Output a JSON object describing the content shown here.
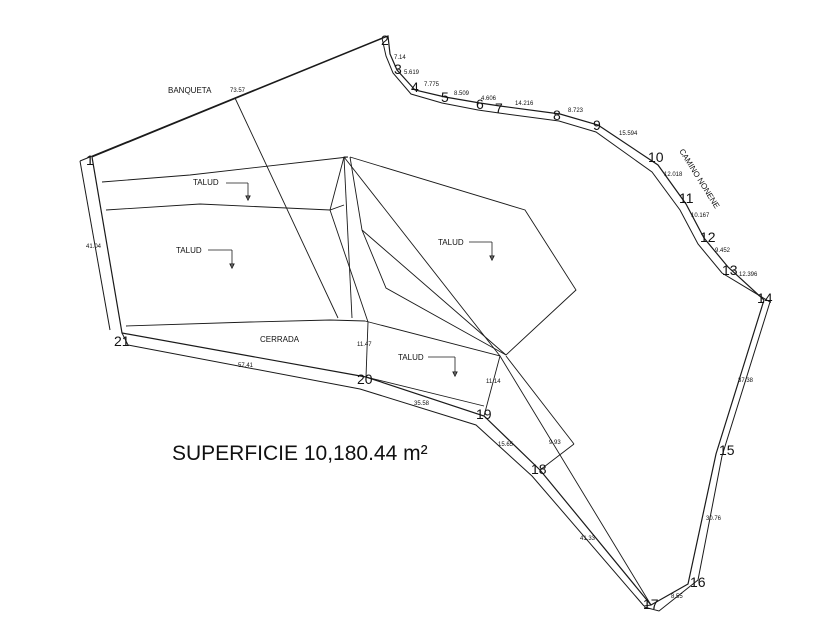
{
  "plan": {
    "area_label": "SUPERFICIE 10,180.44 m²",
    "streets": {
      "banqueta": "BANQUETA",
      "camino": "CAMINO NONENE",
      "cerrada": "CERRADA"
    },
    "zones": {
      "talud_1": "TALUD",
      "talud_2": "TALUD",
      "talud_3": "TALUD",
      "talud_4": "TALUD"
    },
    "vertices": [
      "1",
      "2",
      "3",
      "4",
      "5",
      "6",
      "7",
      "8",
      "9",
      "10",
      "11",
      "12",
      "13",
      "14",
      "15",
      "16",
      "17",
      "18",
      "19",
      "20",
      "21"
    ],
    "dimensions": {
      "d_1_2": "73.57",
      "d_2_3": "7.14",
      "d_3_4": "5.619",
      "d_4_5": "7.775",
      "d_5_6": "8.509",
      "d_6_7": "4.606",
      "d_7_8": "14.216",
      "d_8_9": "8.723",
      "d_9_10": "15.594",
      "d_10_11": "12.018",
      "d_11_12": "10.167",
      "d_12_13": "9.452",
      "d_13_14": "12.396",
      "d_14_15": "37.38",
      "d_15_16": "30.76",
      "d_16_17": "8.55",
      "d_17_18": "41.33",
      "d_18_19": "15.65",
      "d_19_20": "35.58",
      "d_20_21": "57.41",
      "d_21_1": "41.04",
      "d_cerrada_20": "11.47",
      "d_cerrada_19": "11.14",
      "d_18_inner": "9.93"
    }
  }
}
